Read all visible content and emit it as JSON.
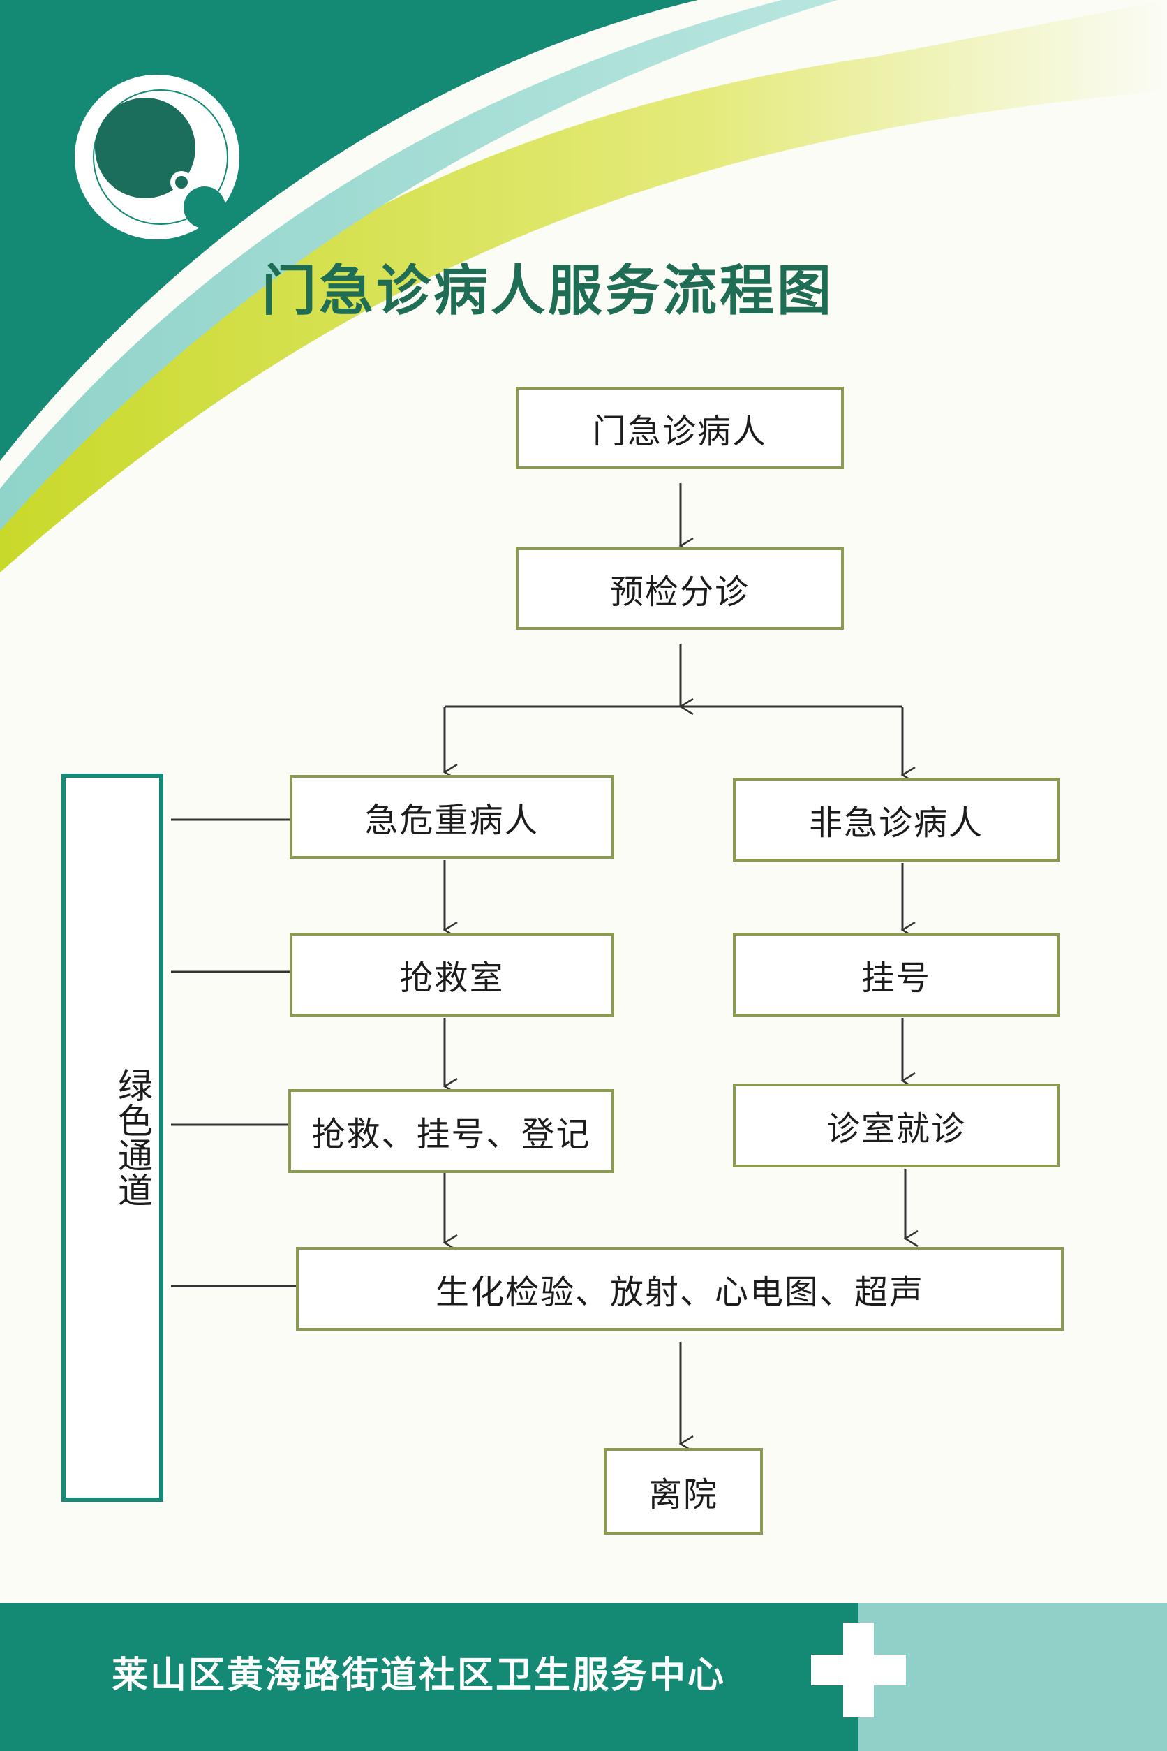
{
  "title": "门急诊病人服务流程图",
  "footer": {
    "organization": "莱山区黄海路街道社区卫生服务中心"
  },
  "green_channel": {
    "label": "绿色通道"
  },
  "nodes": {
    "start": "门急诊病人",
    "triage": "预检分诊",
    "critical": "急危重病人",
    "non_emergency": "非急诊病人",
    "rescue_room": "抢救室",
    "rescue_register": "抢救、挂号、登记",
    "registration": "挂号",
    "consult": "诊室就诊",
    "exams": "生化检验、放射、心电图、超声",
    "discharge": "离院"
  },
  "colors": {
    "teal": "#148a74",
    "dark_green": "#1f6d55",
    "lime": "#d6e02a",
    "box_border": "#8a9a52",
    "footer_light": "#8fd1c8"
  },
  "icons": {
    "logo": "circle-logo-icon",
    "cross": "medical-cross-icon"
  }
}
